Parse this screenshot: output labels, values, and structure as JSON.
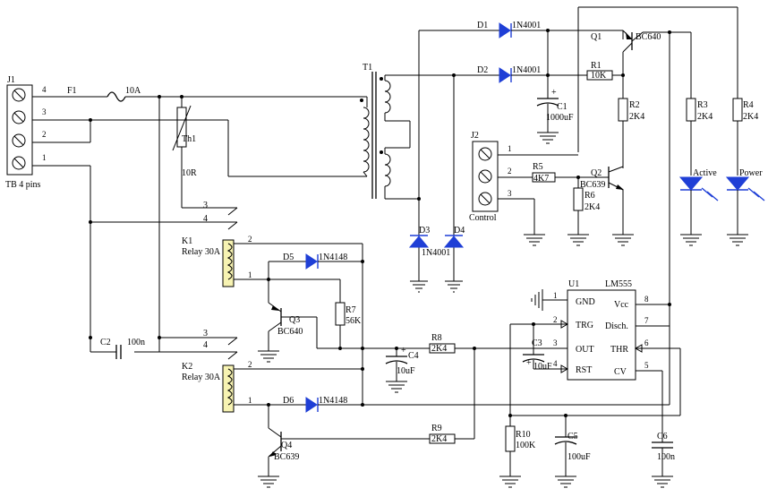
{
  "labels": {
    "j1": "J1",
    "j1_desc": "TB 4 pins",
    "j1_p4": "4",
    "j1_p3": "3",
    "j1_p2": "2",
    "j1_p1": "1",
    "f1": "F1",
    "f1_val": "10A",
    "th1": "Th1",
    "th1_val": "10R",
    "t1": "T1",
    "d1": "D1",
    "d1_val": "1N4001",
    "d2": "D2",
    "d2_val": "1N4001",
    "d3": "D3",
    "d4": "D4",
    "d34_val": "1N4001",
    "c1": "C1",
    "c1_val": "1000uF",
    "c1_plus": "+",
    "q1": "Q1",
    "q1_val": "BC640",
    "r1": "R1",
    "r1_val": "10K",
    "r2": "R2",
    "r2_val": "2K4",
    "r3": "R3",
    "r3_val": "2K4",
    "r4": "R4",
    "r4_val": "2K4",
    "j2": "J2",
    "j2_desc": "Control",
    "j2_p1": "1",
    "j2_p2": "2",
    "j2_p3": "3",
    "r5": "R5",
    "r5_val": "4K7",
    "q2": "Q2",
    "q2_val": "BC639",
    "r6": "R6",
    "r6_val": "2K4",
    "active": "Active",
    "power": "Power",
    "k1": "K1",
    "k1_val": "Relay 30A",
    "k2": "K2",
    "k2_val": "Relay 30A",
    "k1_p3": "3",
    "k1_p4": "4",
    "k1_p2": "2",
    "k1_p1": "1",
    "k2_p3": "3",
    "k2_p4": "4",
    "k2_p2": "2",
    "k2_p1": "1",
    "d5": "D5",
    "d5_val": "1N4148",
    "d6": "D6",
    "d6_val": "1N4148",
    "r7": "R7",
    "r7_val": "56K",
    "q3": "Q3",
    "q3_val": "BC640",
    "q4": "Q4",
    "q4_val": "BC639",
    "c2": "C2",
    "c2_val": "100n",
    "c4": "C4",
    "c4_val": "10uF",
    "c4_plus": "+",
    "r8": "R8",
    "r8_val": "2K4",
    "r9": "R9",
    "r9_val": "2K4",
    "c3": "C3",
    "c3_val": "10uF",
    "c3_plus": "+",
    "r10": "R10",
    "r10_val": "100K",
    "c5": "C5",
    "c5_val": "100uF",
    "c6": "C6",
    "c6_val": "100n",
    "u1": "U1",
    "u1_val": "LM555",
    "u1_gnd": "GND",
    "u1_trg": "TRG",
    "u1_out": "OUT",
    "u1_rst": "RST",
    "u1_vcc": "Vcc",
    "u1_disch": "Disch.",
    "u1_thr": "THR",
    "u1_cv": "CV",
    "u1_p1": "1",
    "u1_p2": "2",
    "u1_p3": "3",
    "u1_p4": "4",
    "u1_p8": "8",
    "u1_p7": "7",
    "u1_p6": "6",
    "u1_p5": "5"
  },
  "colors": {
    "wire": "#000000",
    "component_blue": "#1f3fd6",
    "relay_body": "#f7f3b2"
  }
}
